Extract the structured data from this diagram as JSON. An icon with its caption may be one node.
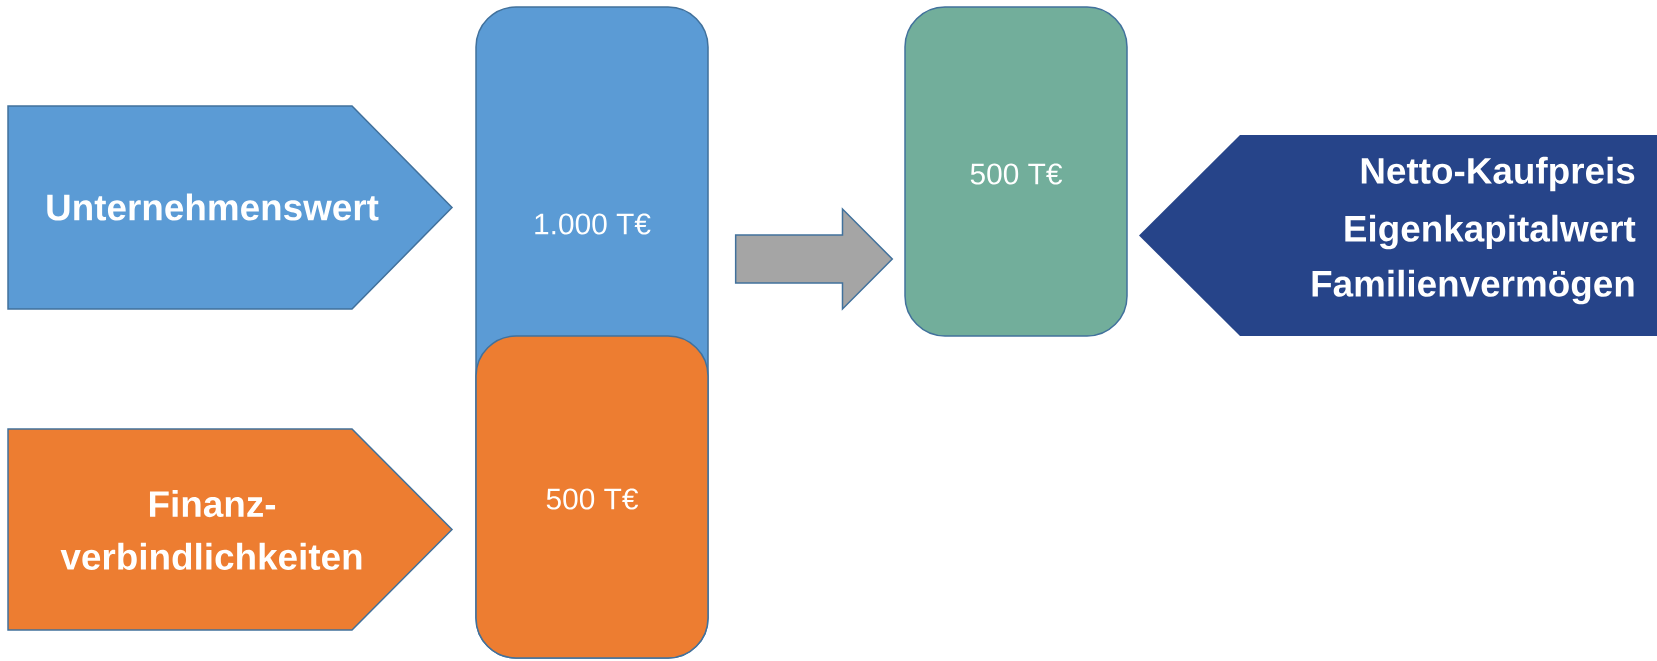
{
  "diagram": {
    "nodes": [
      {
        "text": [
          "Unternehmenswert"
        ]
      },
      {
        "text": [
          "1.000 T€"
        ]
      },
      {
        "text": [
          "500 T€"
        ]
      },
      {
        "text": [
          "Netto-Kaufpreis",
          "Eigenkapitalwert",
          "Familienvermögen"
        ]
      },
      {
        "text": [
          "Finanz- verbindlichkeiten"
        ]
      },
      {
        "text": [
          "500 T€"
        ],
        "in": 1
      }
    ],
    "edges": [
      {
        "from": 1,
        "to": 2,
        "arrow": "to"
      }
    ]
  }
}
